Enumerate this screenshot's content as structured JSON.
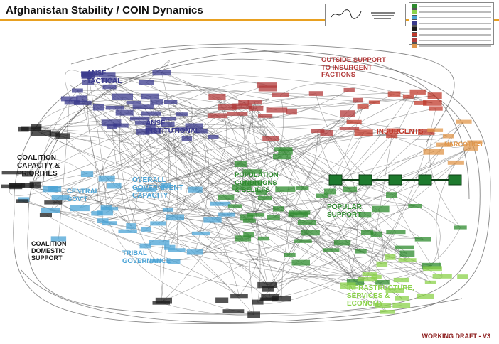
{
  "title": "Afghanistan Stability / COIN Dynamics",
  "footer": "WORKING DRAFT - V3",
  "clusters": [
    {
      "key": "ansf_tactical",
      "label": "ANSF\nTACTICAL",
      "color": "#3a3a8c"
    },
    {
      "key": "ansf_institutional",
      "label": "ANSF\nINSTITUTIONAL",
      "color": "#3a3a8c"
    },
    {
      "key": "outside_support",
      "label": "OUTSIDE SUPPORT\nTO INSURGENT\nFACTIONS",
      "color": "#b23a3a"
    },
    {
      "key": "insurgents",
      "label": "INSURGENTS",
      "color": "#c0392b"
    },
    {
      "key": "narcotics",
      "label": "NARCOTICS",
      "color": "#e0964a"
    },
    {
      "key": "coalition_capacity",
      "label": "COALITION\nCAPACITY &\nPRIORITIES",
      "color": "#1a1a1a"
    },
    {
      "key": "central_govt",
      "label": "CENTRAL\nGOV'T",
      "color": "#4aa3d6"
    },
    {
      "key": "overall_govt",
      "label": "OVERALL\nGOVERNMENT\nCAPACITY",
      "color": "#4aa3d6"
    },
    {
      "key": "population",
      "label": "POPULATION\nCONDITIONS\n& BELIEFS",
      "color": "#2e8b2e"
    },
    {
      "key": "popular_support",
      "label": "POPULAR\nSUPPORT",
      "color": "#2e8b2e"
    },
    {
      "key": "coalition_domestic",
      "label": "COALITION\nDOMESTIC\nSUPPORT",
      "color": "#1a1a1a"
    },
    {
      "key": "tribal",
      "label": "TRIBAL\nGOVERNANCE",
      "color": "#4aa3d6"
    },
    {
      "key": "infrastructure",
      "label": "INFRASTRUCTURE,\nSERVICES &\nECONOMY",
      "color": "#8bd24a"
    }
  ],
  "colors": {
    "accent_rule": "#e8a020",
    "edge": "#555555",
    "ansf": "#3a3a8c",
    "insurgent": "#c0392b",
    "outside": "#b23a3a",
    "narcotics": "#e0964a",
    "government": "#4aa3d6",
    "population": "#2e8b2e",
    "infrastructure": "#8bd24a",
    "coalition": "#1a1a1a",
    "popular_support_boxes": "#1e7a2e"
  },
  "legend": {
    "swatches": [
      "#2e8b2e",
      "#8bd24a",
      "#4aa3d6",
      "#3a3a8c",
      "#1a1a1a",
      "#c0392b",
      "#b23a3a",
      "#e0964a"
    ]
  },
  "popular_support_box_count": 5
}
